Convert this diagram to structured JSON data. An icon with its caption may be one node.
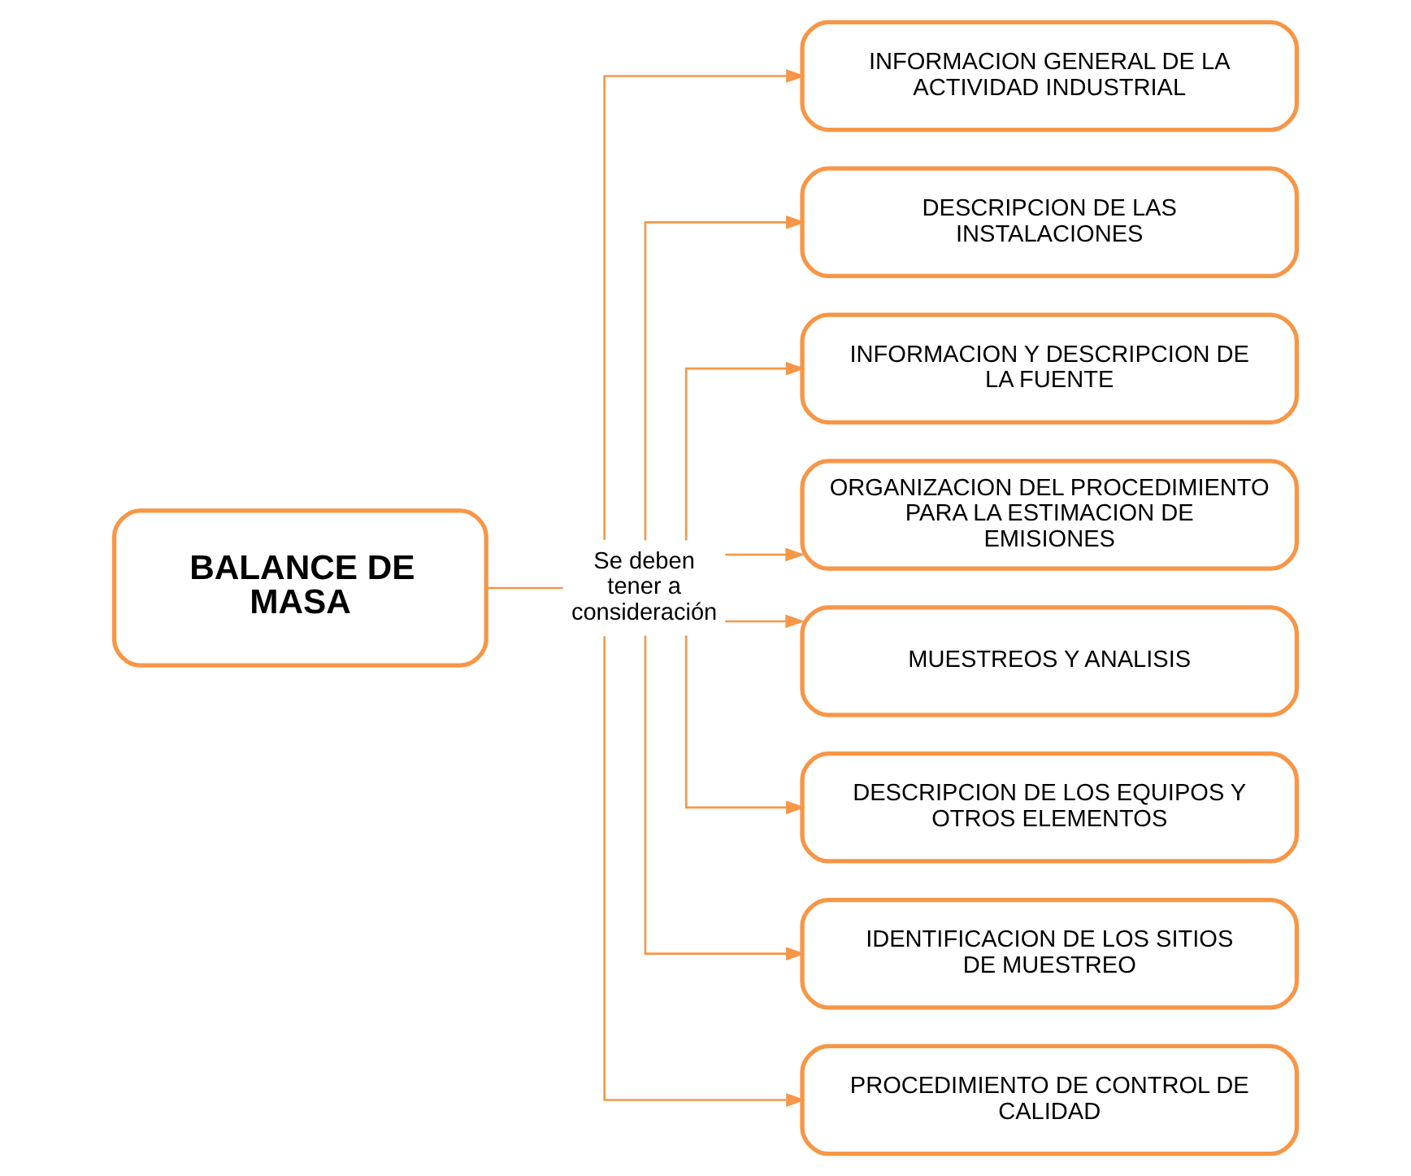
{
  "diagram": {
    "nodes": [
      {
        "text": [
          "BALANCE DE MASA"
        ]
      },
      {
        "text": [
          "Se deben tener a consideración"
        ]
      },
      {
        "text": [
          "INFORMACION GENERAL DE LA ACTIVIDAD INDUSTRIAL"
        ]
      },
      {
        "text": [
          "DESCRIPCION DE LAS INSTALACIONES"
        ]
      },
      {
        "text": [
          "INFORMACION Y DESCRIPCION DE LA FUENTE"
        ]
      },
      {
        "text": [
          "ORGANIZACION DEL PROCEDIMIENTO PARA LA ESTIMACION DE EMISIONES"
        ]
      },
      {
        "text": [
          "MUESTREOS Y ANALISIS"
        ]
      },
      {
        "text": [
          "DESCRIPCION DE LOS EQUIPOS Y OTROS ELEMENTOS"
        ]
      },
      {
        "text": [
          "IDENTIFICACION DE LOS SITIOS DE MUESTREO"
        ]
      },
      {
        "text": [
          "PROCEDIMIENTO DE CONTROL DE CALIDAD"
        ]
      }
    ],
    "edges": [
      {
        "from": 0,
        "to": 1,
        "arrow": "none"
      },
      {
        "from": 1,
        "to": 2,
        "arrow": "to"
      },
      {
        "from": 1,
        "to": 3,
        "arrow": "to"
      },
      {
        "from": 1,
        "to": 4,
        "arrow": "to"
      },
      {
        "from": 1,
        "to": 5,
        "arrow": "to"
      },
      {
        "from": 1,
        "to": 6,
        "arrow": "to"
      },
      {
        "from": 1,
        "to": 7,
        "arrow": "to"
      },
      {
        "from": 1,
        "to": 8,
        "arrow": "to"
      },
      {
        "from": 1,
        "to": 9,
        "arrow": "to"
      }
    ]
  }
}
